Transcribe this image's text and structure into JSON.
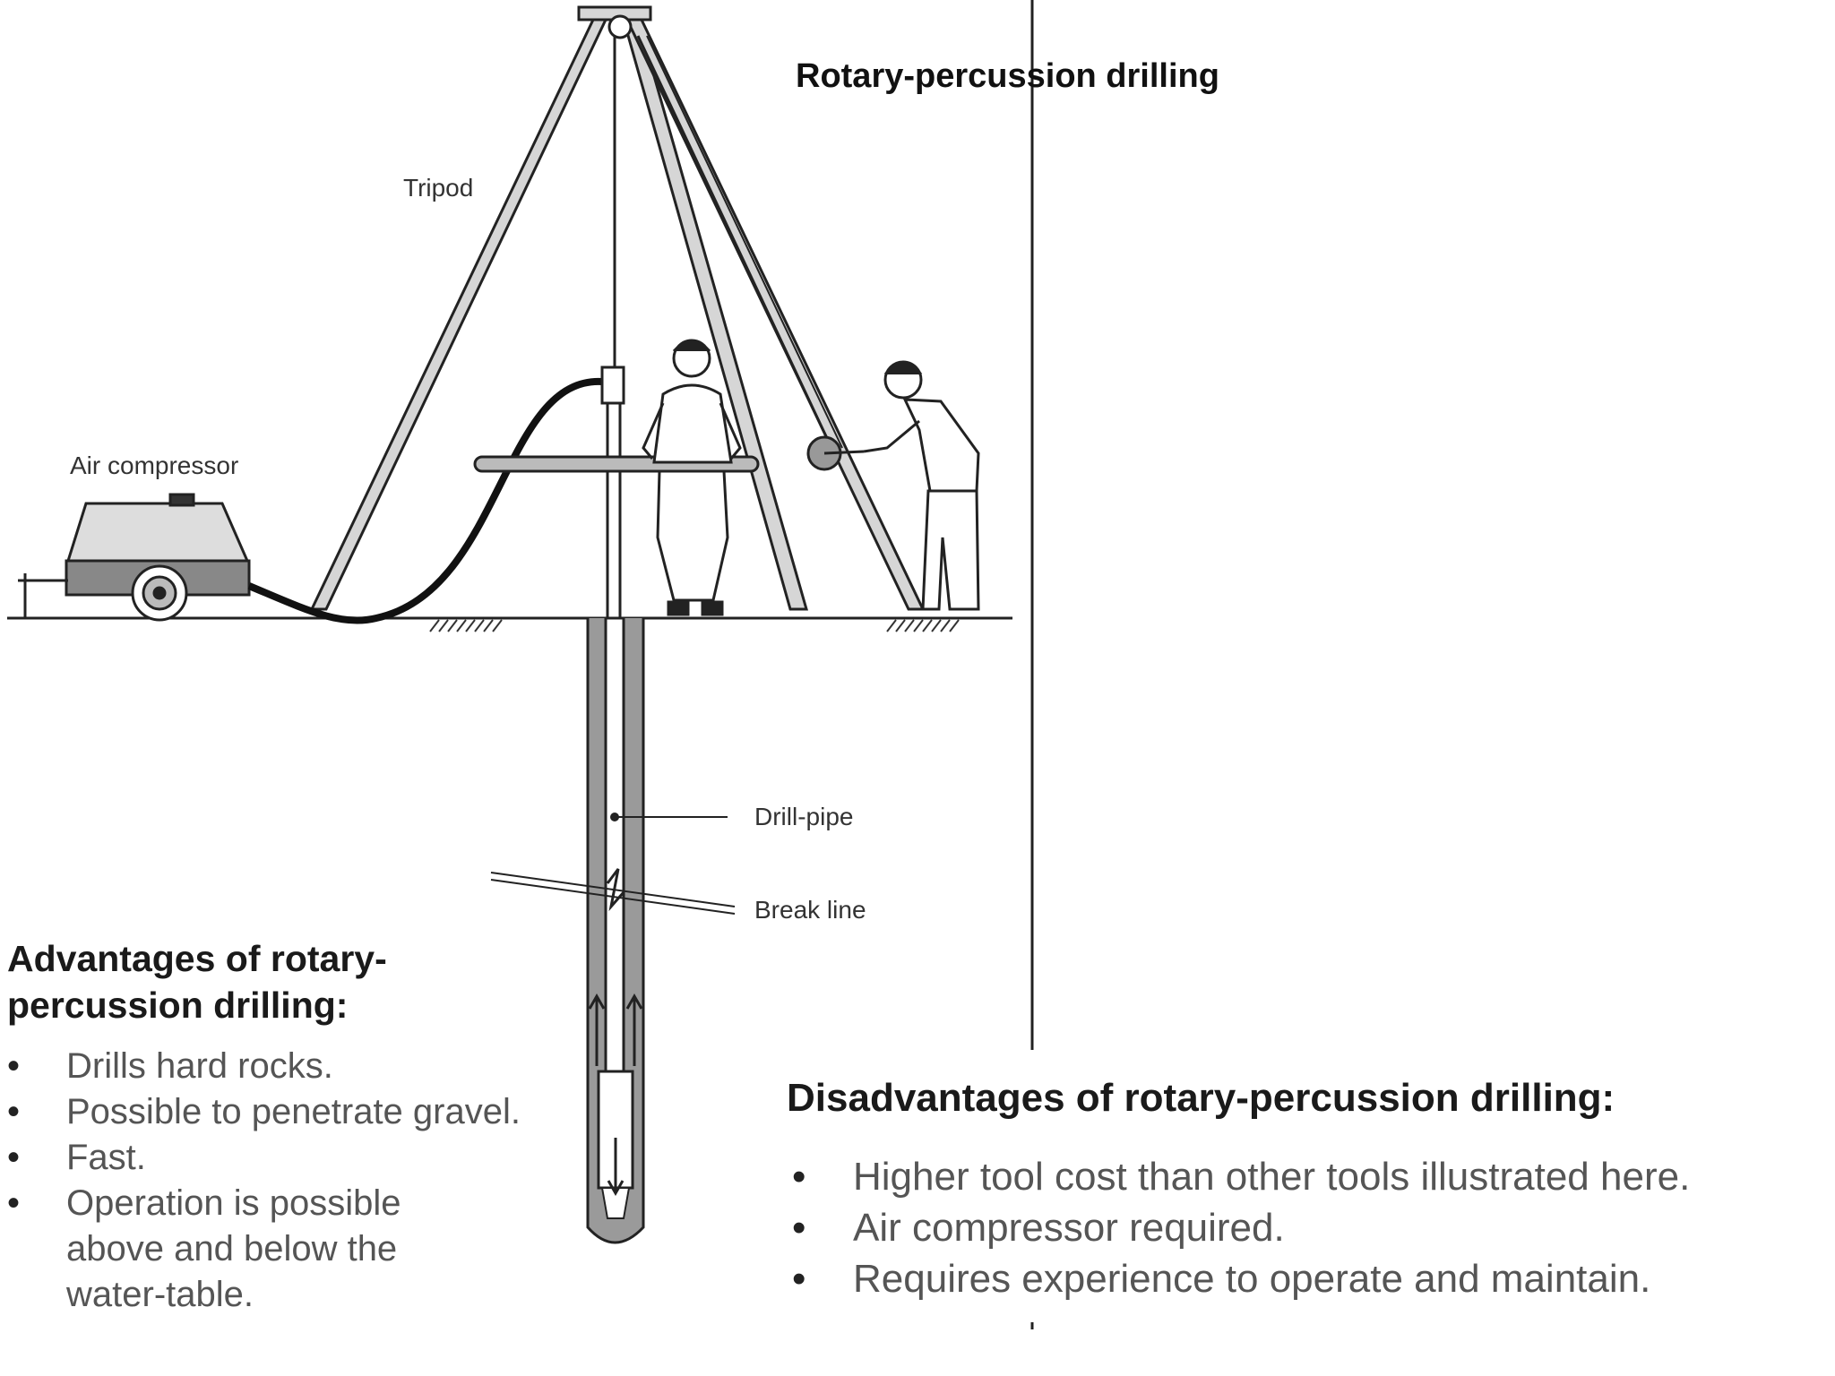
{
  "title": "Rotary-percussion drilling",
  "labels": {
    "tripod": "Tripod",
    "air_compressor": "Air compressor",
    "drill_pipe": "Drill-pipe",
    "break_line": "Break line"
  },
  "advantages": {
    "heading_line1": "Advantages of rotary-",
    "heading_line2": "percussion drilling:",
    "items": [
      "Drills hard rocks.",
      "Possible to penetrate gravel.",
      "Fast.",
      "Operation is possible",
      "above and below the",
      "water-table."
    ]
  },
  "disadvantages": {
    "heading": "Disadvantages of rotary-percussion drilling:",
    "items": [
      "Higher tool cost than other tools illustrated here.",
      "Air compressor required.",
      "Requires experience to operate and maintain."
    ]
  },
  "bullet": "•"
}
